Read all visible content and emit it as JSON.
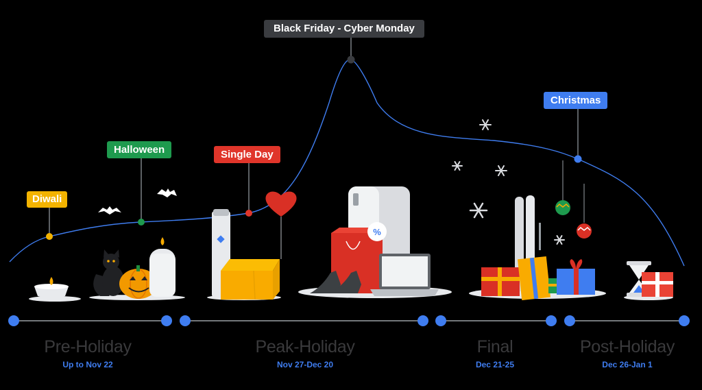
{
  "events": [
    {
      "label": "Diwali",
      "color": "#f3b300"
    },
    {
      "label": "Halloween",
      "color": "#1e9a4e"
    },
    {
      "label": "Single Day",
      "color": "#e0352a"
    },
    {
      "label": "Black Friday - Cyber Monday",
      "color": "#3a3c40"
    },
    {
      "label": "Christmas",
      "color": "#3f7df0"
    }
  ],
  "phases": [
    {
      "name": "Pre-Holiday",
      "range": "Up to Nov 22"
    },
    {
      "name": "Peak-Holiday",
      "range": "Nov 27-Dec 20"
    },
    {
      "name": "Final",
      "range": "Dec 21-25"
    },
    {
      "name": "Post-Holiday",
      "range": "Dec 26-Jan 1"
    }
  ],
  "colors": {
    "background": "#000000",
    "curve": "#3f7df0",
    "timeline": "#9aa0a6",
    "phase_text": "#3a3a3c",
    "range_text": "#3f7df0"
  },
  "icons": [
    "candle-icon",
    "bat-icon",
    "cat-icon",
    "pumpkin-icon",
    "tube-icon",
    "box-icon",
    "heart-balloon-icon",
    "card-icon",
    "shopping-bag-icon",
    "heels-icon",
    "laptop-icon",
    "snowflake-icon",
    "ornament-icon",
    "gift-icon",
    "skis-icon",
    "hourglass-icon"
  ]
}
